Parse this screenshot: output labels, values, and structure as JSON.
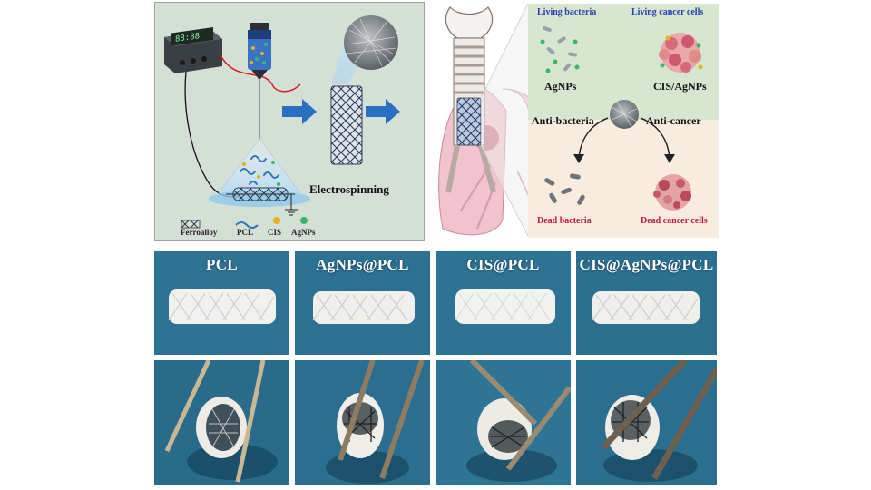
{
  "panel_a": {
    "process_label": "Electrospinning",
    "legend": [
      {
        "key": "ferroalloy",
        "label": "Ferroalloy"
      },
      {
        "key": "pcl",
        "label": "PCL"
      },
      {
        "key": "cis",
        "label": "CIS"
      },
      {
        "key": "agnps",
        "label": "AgNPs"
      }
    ],
    "colors": {
      "cis": "#e7b21f",
      "agnps": "#3fb36b",
      "pcl": "#2f78b8",
      "arrow": "#2a6fc0",
      "wire_red": "#d21f1f"
    }
  },
  "panel_b": {
    "living_bacteria": "Living bacteria",
    "living_cancer_cells": "Living cancer cells",
    "agnps": "AgNPs",
    "cis_agnps": "CIS/AgNPs",
    "anti_bacteria": "Anti-bacteria",
    "anti_cancer": "Anti-cancer",
    "dead_bacteria": "Dead bacteria",
    "dead_cancer_cells": "Dead cancer cells",
    "colors": {
      "living_text": "#2a3fb0",
      "dead_text": "#c4163a",
      "green_panel": "#d7e7cf",
      "beige_panel": "#f7ecdd"
    }
  },
  "photos": {
    "labels": [
      "PCL",
      "AgNPs@PCL",
      "CIS@PCL",
      "CIS@AgNPs@PCL"
    ],
    "colors": {
      "cloth": "#2b6f8e",
      "cloth_light": "#3a86a8"
    }
  }
}
